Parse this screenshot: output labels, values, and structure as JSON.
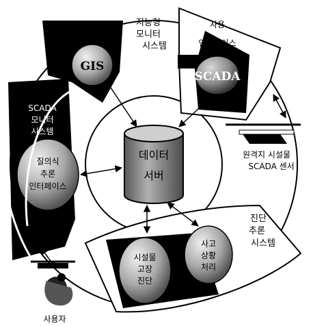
{
  "modules": {
    "gis": {
      "title_lines": [
        "지능형",
        "모니터",
        "시스템"
      ],
      "badge": "GIS"
    },
    "scada": {
      "title_lines": [
        "사용",
        "인터페이스"
      ],
      "badge": "SCADA"
    },
    "scada_monitor": {
      "title_lines": [
        "SCADA",
        "모니터",
        "시스템"
      ],
      "badge_lines": [
        "질의식",
        "추론",
        "인터페이스"
      ]
    },
    "diagnosis": {
      "title_lines": [
        "진단",
        "추론",
        "시스템"
      ],
      "facility_lines": [
        "시설물",
        "고장",
        "진단"
      ],
      "accident_lines": [
        "사고",
        "상황",
        "처리"
      ]
    }
  },
  "data_server": {
    "label_lines": [
      "데이터",
      "서버"
    ]
  },
  "remote_sensor": {
    "label_lines": [
      "원격지 시설물",
      "SCADA 센서"
    ]
  },
  "user": {
    "label": "사용자"
  },
  "colors": {
    "ink": "#000000",
    "paper": "#ffffff",
    "cylinder": "#8a8a8a",
    "ball": "#bdbdbd"
  }
}
